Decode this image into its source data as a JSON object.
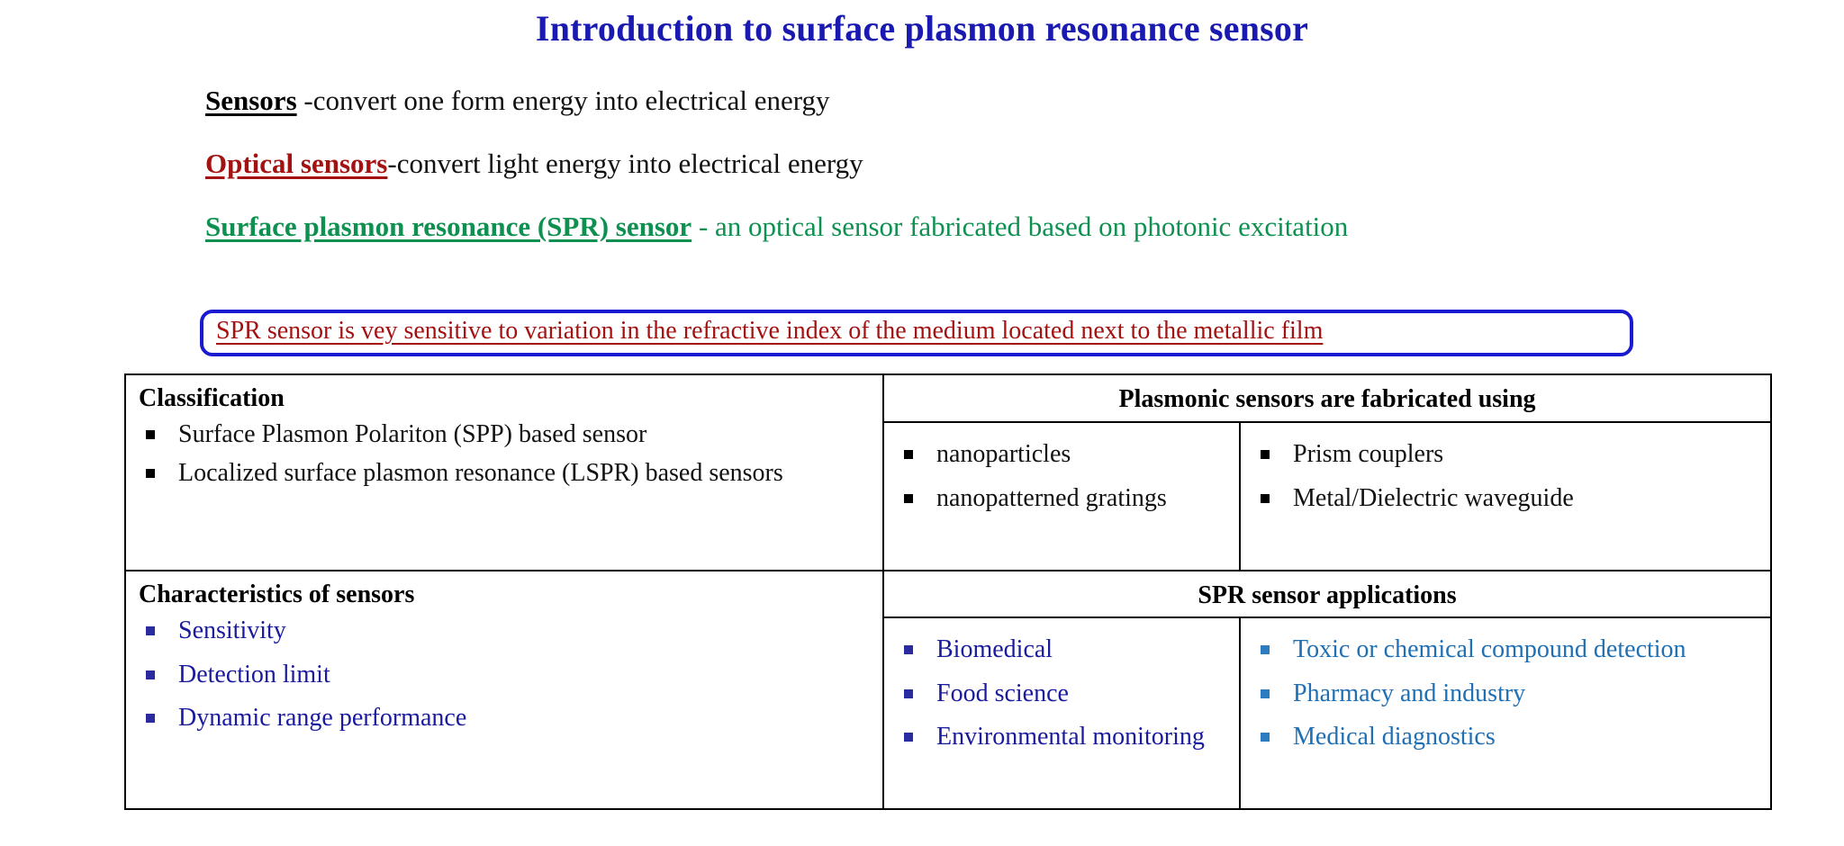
{
  "slide": {
    "title": "Introduction to surface plasmon resonance sensor"
  },
  "definitions": [
    {
      "term": "Sensors",
      "tail": " -convert one form energy into electrical energy",
      "term_color": "#000000",
      "tail_color": "#111111"
    },
    {
      "term": "Optical sensors",
      "tail": "-convert light energy into electrical energy",
      "term_color": "#A31111",
      "tail_color": "#111111"
    },
    {
      "term": "Surface plasmon resonance (SPR) sensor",
      "tail": " - an optical sensor fabricated based on photonic excitation",
      "term_color": "#0E9150",
      "tail_color": "#0E9150"
    }
  ],
  "highlight": {
    "text": "SPR sensor is vey sensitive to variation in the refractive index of the medium located next to the metallic film",
    "text_color": "#A31111",
    "border_color": "#1A1AD0"
  },
  "table": {
    "classification": {
      "heading": "Classification",
      "items": [
        "Surface Plasmon Polariton (SPP) based  sensor",
        "Localized surface plasmon resonance (LSPR) based sensors"
      ]
    },
    "fabrication": {
      "heading": "Plasmonic sensors are fabricated using",
      "left_items": [
        "nanoparticles",
        "nanopatterned gratings"
      ],
      "right_items": [
        "Prism couplers",
        "Metal/Dielectric waveguide"
      ]
    },
    "characteristics": {
      "heading": "Characteristics of sensors",
      "items": [
        "Sensitivity",
        "Detection limit",
        "Dynamic range performance"
      ],
      "text_color": "#1A1A9E"
    },
    "applications": {
      "heading": "SPR sensor applications",
      "left_items": [
        "Biomedical",
        "Food science",
        "Environmental monitoring"
      ],
      "right_items": [
        "Toxic or chemical compound detection",
        "Pharmacy and industry",
        "Medical diagnostics"
      ],
      "left_text_color": "#1A1A9E",
      "right_text_color": "#1F6FB5"
    }
  }
}
